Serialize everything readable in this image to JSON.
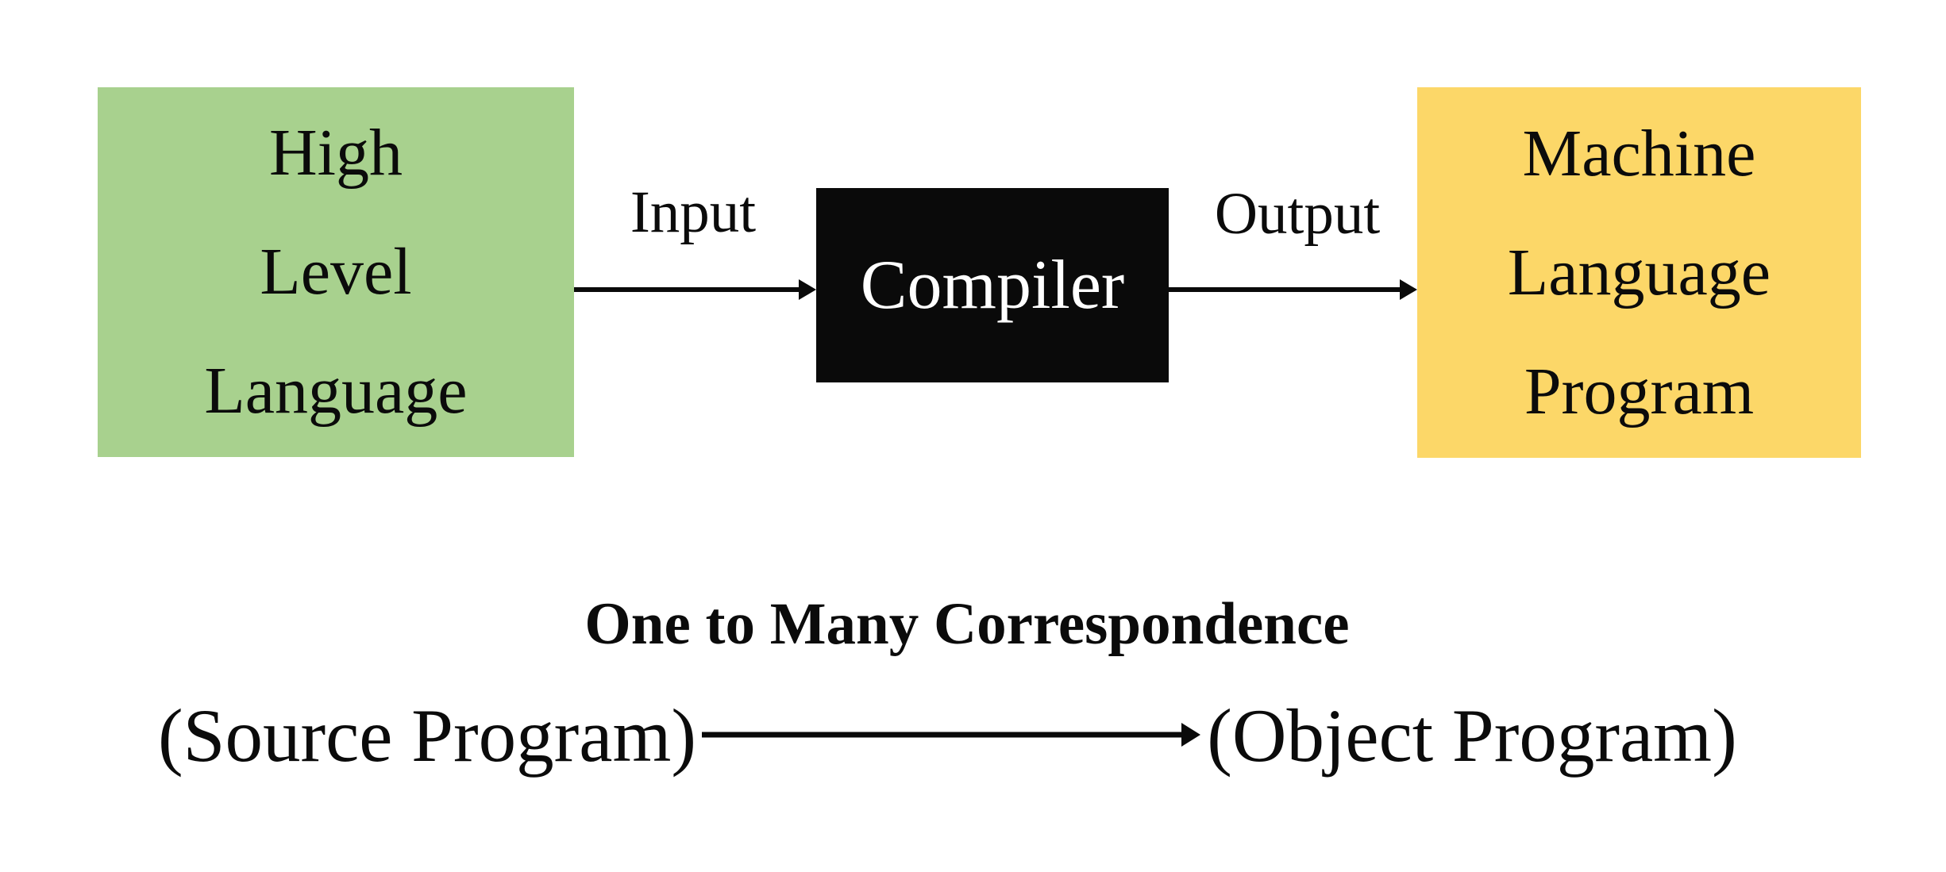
{
  "canvas": {
    "background": "#ffffff"
  },
  "colors": {
    "source_box_bg": "#a8d18e",
    "compiler_box_bg": "#0a0a0a",
    "target_box_bg": "#fcd768",
    "box_text": "#0b0b0b",
    "compiler_text": "#ffffff",
    "arrow": "#0a0a0a"
  },
  "flow": {
    "source_box": {
      "lines": [
        "High",
        "Level",
        "Language"
      ]
    },
    "input_arrow_label": "Input",
    "compiler_box": {
      "label": "Compiler"
    },
    "output_arrow_label": "Output",
    "target_box": {
      "lines": [
        "Machine",
        "Language",
        "Program"
      ]
    }
  },
  "caption": {
    "title": "One to Many Correspondence",
    "source_label": "(Source Program)",
    "object_label": "(Object Program)"
  }
}
